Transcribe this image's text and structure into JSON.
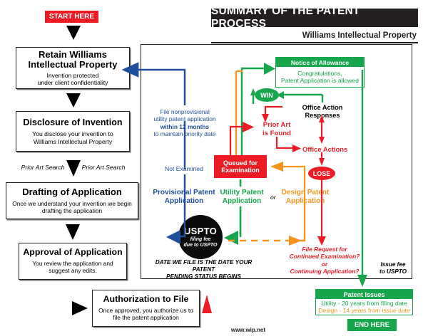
{
  "header": {
    "title": "SUMMARY OF THE PATENT PROCESS",
    "subtitle": "Williams Intellectual Property"
  },
  "footer": {
    "url": "www.wip.net"
  },
  "colors": {
    "red": "#ed1c24",
    "green": "#18a64c",
    "blue": "#1f4e9c",
    "orange": "#f7941e",
    "black": "#231f20",
    "white": "#ffffff"
  },
  "start_badge": {
    "label": "START HERE"
  },
  "end_badge": {
    "label": "END HERE"
  },
  "left_column": {
    "steps": [
      {
        "title": "Retain Williams Intellectual Property",
        "title_line1": "Retain Williams",
        "title_line2": "Intellectual Property",
        "desc_line1": "Invention protected",
        "desc_line2": "under client confidentiality"
      },
      {
        "title": "Disclosure of Invention",
        "title_line1": "Disclosure of Invention",
        "title_line2": "",
        "desc_line1": "You disclose your invention to",
        "desc_line2": "Williams Intellectual Property"
      },
      {
        "title": "Drafting of Application",
        "title_line1": "Drafting of Application",
        "title_line2": "",
        "desc_line1": "Once we understand your invention we begin",
        "desc_line2": "drafting the application"
      },
      {
        "title": "Approval of Application",
        "title_line1": "Approval of Application",
        "title_line2": "",
        "desc_line1": "You review the application and",
        "desc_line2": "suggest any edits."
      },
      {
        "title": "Authorization to File",
        "title_line1": "Authorization to File",
        "title_line2": "",
        "desc_line1": "Once approved, you authorize us to",
        "desc_line2": "file the patent application"
      }
    ],
    "prior_art_label_left": "Prior Art Search",
    "prior_art_label_right": "Prior Art Search"
  },
  "flow": {
    "file_nonprovisional": {
      "line1": "File nonprovisional",
      "line2": "utility patent application",
      "line3": "within 12 months",
      "line4": "to maintain priority date"
    },
    "not_examined": "Not Examined",
    "provisional": {
      "line1": "Provisional Patent",
      "line2": "Application"
    },
    "utility": {
      "line1": "Utility Patent",
      "line2": "Application"
    },
    "design": {
      "line1": "Design Patent",
      "line2": "Application"
    },
    "or_label": "or",
    "queued": {
      "line1": "Queued for",
      "line2": "Examination"
    },
    "uspto": {
      "name": "USPTO",
      "sub_line1": "filing fee",
      "sub_line2": "due to USPTO"
    },
    "date_note": {
      "line1": "DATE WE FILE IS THE DATE YOUR PATENT",
      "line2": "PENDING STATUS BEGINS"
    },
    "notice_of_allowance": {
      "header": "Notice of Allowance",
      "body_line1": "Congratulations,",
      "body_line2": "Patent Application is allowed"
    },
    "win": "WIN",
    "lose": "LOSE",
    "prior_art_found": {
      "line1": "Prior Art",
      "line2": "is Found"
    },
    "office_action_responses": {
      "line1": "Office Action",
      "line2": "Responses"
    },
    "office_actions": "Office Actions",
    "file_request": {
      "line1": "File Request for",
      "line2": "Continued Examination?",
      "line3": "or",
      "line4": "Continuing Application?"
    },
    "issue_fee": {
      "line1": "Issue fee",
      "line2": "to USPTO"
    },
    "patent_issues": {
      "header": "Patent Issues",
      "utility_term": "Utility - 20 years from filing date",
      "design_term": "Design - 14 years from issue date"
    }
  },
  "chart_data": {
    "type": "diagram",
    "title": "SUMMARY OF THE PATENT PROCESS",
    "nodes": [
      {
        "id": "start",
        "label": "START HERE",
        "color": "#ed1c24",
        "shape": "pill"
      },
      {
        "id": "retain",
        "label": "Retain Williams Intellectual Property",
        "color": "#231f20",
        "shape": "box"
      },
      {
        "id": "disclosure",
        "label": "Disclosure of Invention",
        "color": "#231f20",
        "shape": "box"
      },
      {
        "id": "drafting",
        "label": "Drafting of Application",
        "color": "#231f20",
        "shape": "box"
      },
      {
        "id": "approval",
        "label": "Approval of Application",
        "color": "#231f20",
        "shape": "box"
      },
      {
        "id": "authorization",
        "label": "Authorization to File",
        "color": "#231f20",
        "shape": "box"
      },
      {
        "id": "uspto",
        "label": "USPTO filing fee due to USPTO",
        "color": "#0b0b0b",
        "shape": "circle"
      },
      {
        "id": "provisional",
        "label": "Provisional Patent Application",
        "color": "#1f4e9c",
        "shape": "text"
      },
      {
        "id": "utility",
        "label": "Utility Patent Application",
        "color": "#18a64c",
        "shape": "text"
      },
      {
        "id": "design",
        "label": "Design Patent Application",
        "color": "#f7941e",
        "shape": "text"
      },
      {
        "id": "queued",
        "label": "Queued for Examination",
        "color": "#ed1c24",
        "shape": "box"
      },
      {
        "id": "prior_art_found",
        "label": "Prior Art is Found",
        "color": "#ed1c24",
        "shape": "text"
      },
      {
        "id": "office_action_responses",
        "label": "Office Action Responses",
        "color": "#231f20",
        "shape": "text"
      },
      {
        "id": "office_actions",
        "label": "Office Actions",
        "color": "#ed1c24",
        "shape": "text"
      },
      {
        "id": "win",
        "label": "WIN",
        "color": "#18a64c",
        "shape": "ellipse"
      },
      {
        "id": "lose",
        "label": "LOSE",
        "color": "#ed1c24",
        "shape": "ellipse"
      },
      {
        "id": "notice",
        "label": "Notice of Allowance",
        "color": "#18a64c",
        "shape": "box"
      },
      {
        "id": "file_request",
        "label": "File Request for Continued Examination? or Continuing Application?",
        "color": "#ed1c24",
        "shape": "text"
      },
      {
        "id": "patent_issues",
        "label": "Patent Issues",
        "color": "#18a64c",
        "shape": "box"
      },
      {
        "id": "end",
        "label": "END HERE",
        "color": "#18a64c",
        "shape": "pill"
      }
    ],
    "edges": [
      {
        "from": "start",
        "to": "retain",
        "color": "#000000"
      },
      {
        "from": "retain",
        "to": "disclosure",
        "color": "#000000"
      },
      {
        "from": "disclosure",
        "to": "drafting",
        "color": "#000000",
        "label": "Prior Art Search"
      },
      {
        "from": "drafting",
        "to": "approval",
        "color": "#000000"
      },
      {
        "from": "approval",
        "to": "authorization",
        "color": "#000000"
      },
      {
        "from": "authorization",
        "to": "uspto",
        "color": "#ed1c24"
      },
      {
        "from": "uspto",
        "to": "provisional",
        "color": "#1f4e9c",
        "label": "Not Examined"
      },
      {
        "from": "provisional",
        "to": "retain",
        "color": "#1f4e9c",
        "label": "File nonprovisional utility patent application within 12 months to maintain priority date"
      },
      {
        "from": "uspto",
        "to": "utility",
        "color": "#18a64c"
      },
      {
        "from": "uspto",
        "to": "design",
        "color": "#f7941e",
        "style": "dashed"
      },
      {
        "from": "utility",
        "to": "queued",
        "color": "#18a64c"
      },
      {
        "from": "design",
        "to": "queued",
        "color": "#f7941e"
      },
      {
        "from": "queued",
        "to": "prior_art_found",
        "color": "#ed1c24"
      },
      {
        "from": "queued",
        "to": "notice",
        "color": "#18a64c"
      },
      {
        "from": "prior_art_found",
        "to": "office_actions",
        "color": "#ed1c24"
      },
      {
        "from": "office_actions",
        "to": "office_action_responses",
        "color": "#ed1c24"
      },
      {
        "from": "office_action_responses",
        "to": "prior_art_found",
        "color": "#ed1c24"
      },
      {
        "from": "office_action_responses",
        "to": "win",
        "color": "#18a64c"
      },
      {
        "from": "win",
        "to": "notice",
        "color": "#18a64c"
      },
      {
        "from": "office_actions",
        "to": "lose",
        "color": "#ed1c24"
      },
      {
        "from": "lose",
        "to": "file_request",
        "color": "#ed1c24"
      },
      {
        "from": "notice",
        "to": "patent_issues",
        "color": "#18a64c",
        "label": "Issue fee to USPTO"
      },
      {
        "from": "patent_issues",
        "to": "end",
        "color": "#18a64c"
      }
    ]
  }
}
